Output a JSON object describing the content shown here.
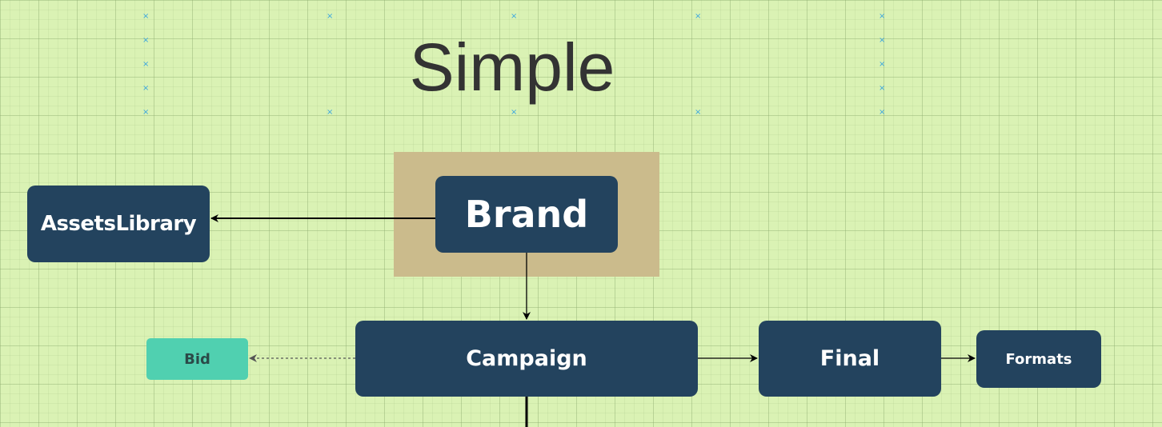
{
  "diagram": {
    "title": "Simple",
    "nodes": {
      "assets_library": "AssetsLibrary",
      "brand": "Brand",
      "campaign": "Campaign",
      "final": "Final",
      "formats": "Formats",
      "bid": "Bid"
    },
    "edges": [
      {
        "from": "Brand",
        "to": "AssetsLibrary",
        "style": "solid"
      },
      {
        "from": "Brand",
        "to": "Campaign",
        "style": "solid"
      },
      {
        "from": "Campaign",
        "to": "Bid",
        "style": "dashed"
      },
      {
        "from": "Campaign",
        "to": "Final",
        "style": "solid"
      },
      {
        "from": "Final",
        "to": "Formats",
        "style": "solid"
      }
    ],
    "colors": {
      "background": "#daf2b4",
      "node": "#23435e",
      "node_text": "#ffffff",
      "bid_node": "#50d0b0",
      "highlight": "#cbbb8c",
      "marker": "#3aa6e0",
      "title_text": "#333333"
    }
  }
}
